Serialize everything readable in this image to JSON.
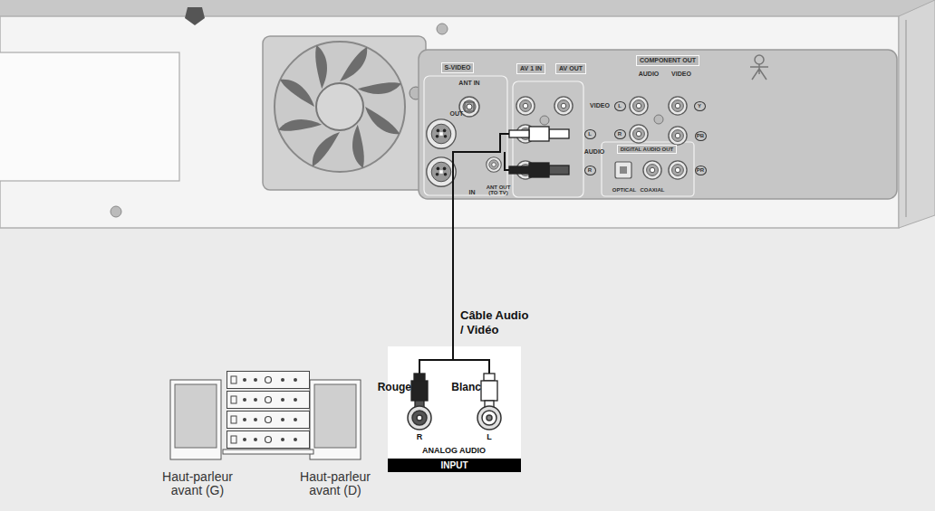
{
  "diagram": {
    "nodes": [
      {
        "text": [
          "Rouge",
          "Blanc",
          "R",
          "L",
          "ANALOG AUDIO",
          "INPUT"
        ]
      }
    ],
    "labels": [
      "S-VIDEO",
      "AV 1 IN",
      "AV OUT",
      "COMPONENT OUT",
      "AUDIO",
      "VIDEO",
      "ANT IN",
      "OUT",
      "IN",
      "ANT OUT (TO TV)",
      "VIDEO",
      "L",
      "AUDIO",
      "R",
      "L",
      "R",
      "Y",
      "PB",
      "PR",
      "DIGITAL AUDIO OUT",
      "OPTICAL",
      "COAXIAL",
      "Câble Audio / Vidéo",
      "Haut-parleur avant (G)",
      "Haut-parleur avant (D)"
    ]
  }
}
